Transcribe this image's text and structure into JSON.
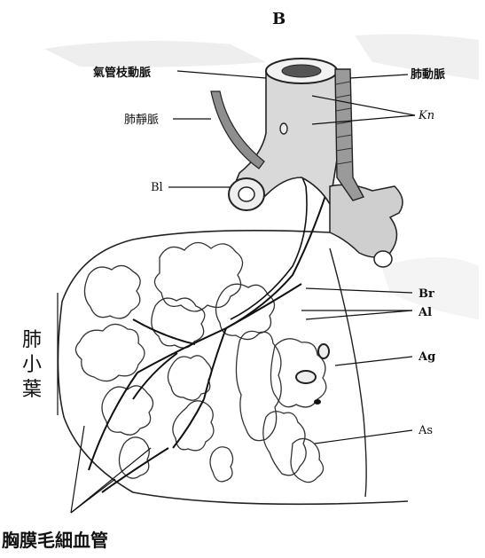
{
  "panel_letter": "B",
  "labels": {
    "bronchial_artery": "氣管枝動脈",
    "pulmonary_artery": "肺動脈",
    "pulmonary_vein": "肺靜脈",
    "kn": "Kn",
    "bl": "Bl",
    "br": "Br",
    "al": "Al",
    "ag": "Ag",
    "as": "As",
    "lobule_1": "肺",
    "lobule_2": "小",
    "lobule_3": "葉",
    "pleura_caption": "胸膜毛細血管"
  }
}
